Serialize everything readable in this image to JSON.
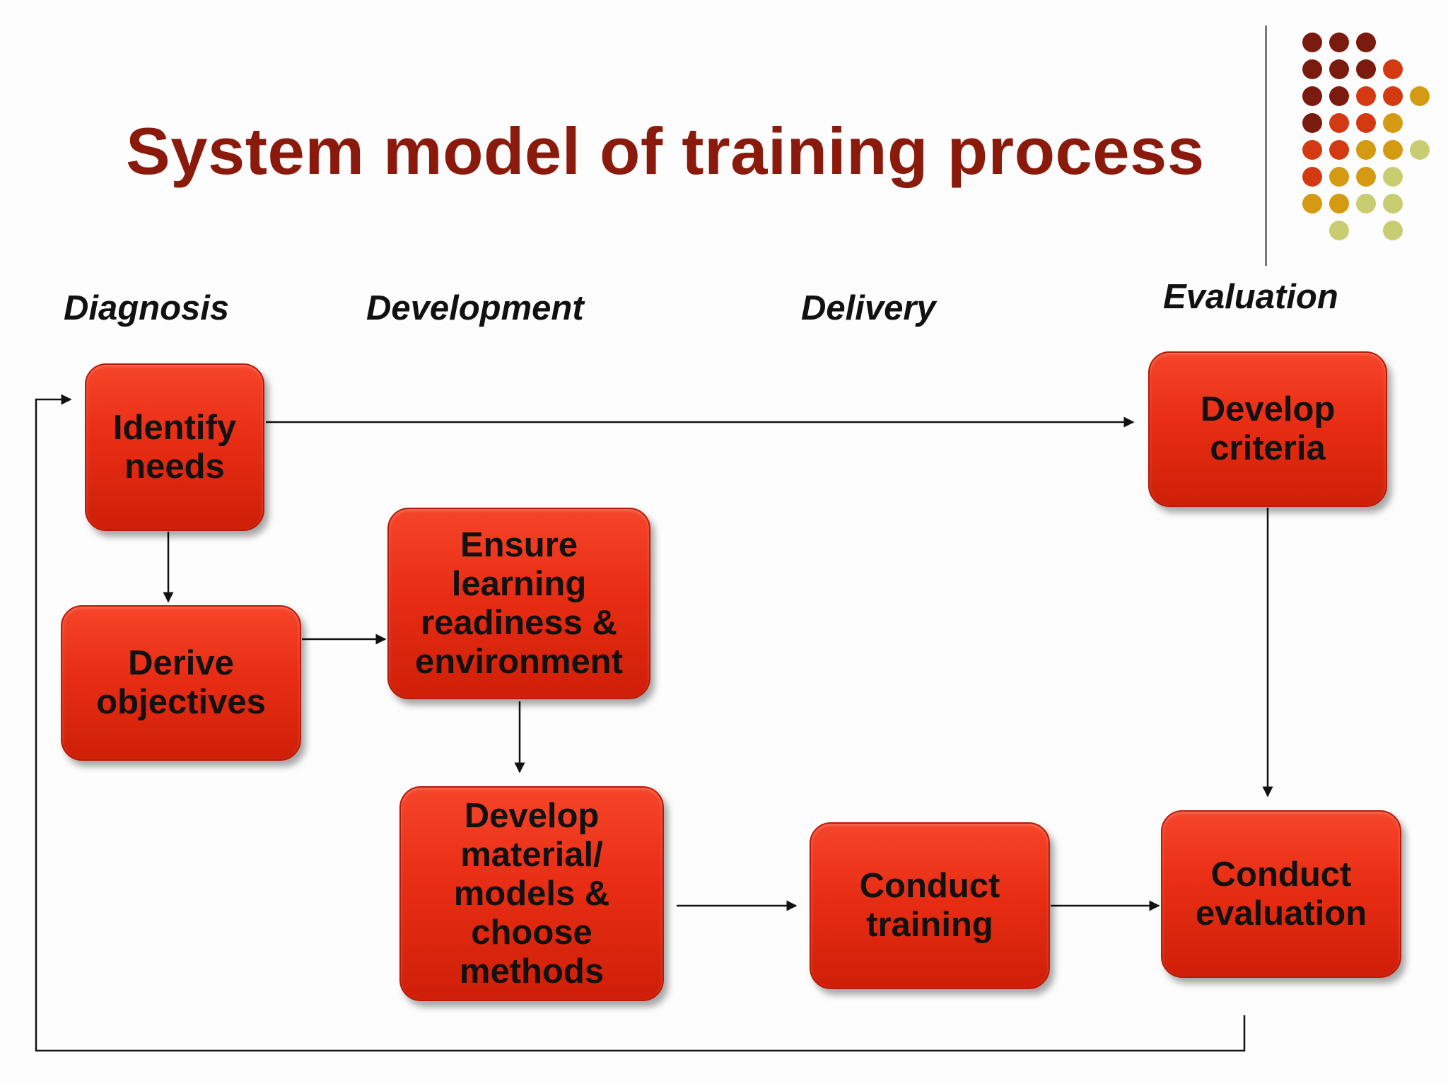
{
  "title": "System model of training process",
  "stages": {
    "diagnosis": "Diagnosis",
    "development": "Development",
    "delivery": "Delivery",
    "evaluation": "Evaluation"
  },
  "boxes": {
    "identify_needs": "Identify\nneeds",
    "derive_objectives": "Derive\nobjectives",
    "ensure_learning": "Ensure\nlearning\nreadiness &\nenvironment",
    "develop_material": "Develop\nmaterial/\nmodels &\nchoose\nmethods",
    "conduct_training": "Conduct\ntraining",
    "develop_criteria": "Develop\ncriteria",
    "conduct_evaluation": "Conduct\nevaluation"
  },
  "colors": {
    "title": "#8a1a0c",
    "box": "#e82d14",
    "dot_palette": [
      "#7b1a0e",
      "#d33a12",
      "#d39a12",
      "#c9cd72"
    ]
  }
}
